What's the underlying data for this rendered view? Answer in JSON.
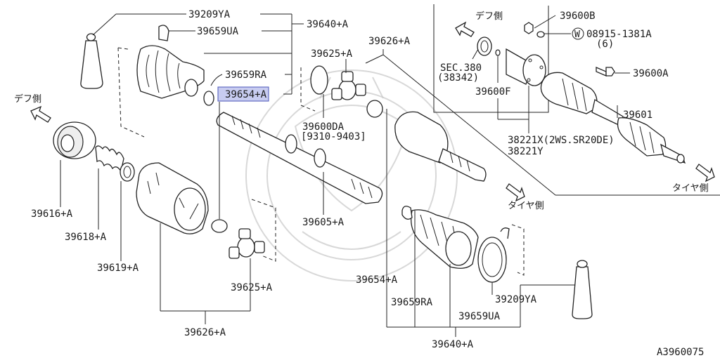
{
  "diagram_id": "A3960075",
  "highlight_color": "#c8ccf0",
  "direction_labels": {
    "diff_side_top": "デフ側",
    "diff_side_left": "デフ側",
    "tire_side_mid": "タイヤ側",
    "tire_side_right": "タイヤ側"
  },
  "labels": {
    "p39209YA_top": "39209YA",
    "p39659UA_top": "39659UA",
    "p39640A_top": "39640+A",
    "p39659RA_top": "39659RA",
    "p39654A_top_code": "39654",
    "p39654A_top_suffix": "+A",
    "p39625A_top": "39625+A",
    "p39626A_top": "39626+A",
    "p39600DA": "39600DA",
    "p39600DA_range": "[9310-9403]",
    "p39616A": "39616+A",
    "p39618A": "39618+A",
    "p39619A": "39619+A",
    "p39605A": "39605+A",
    "p39625A_bot": "39625+A",
    "p39626A_bot": "39626+A",
    "p39654A_bot": "39654+A",
    "p39659RA_bot": "39659RA",
    "p39659UA_bot": "39659UA",
    "p39209YA_bot": "39209YA",
    "p39640A_bot": "39640+A",
    "p39600B": "39600B",
    "w_symbol": "W",
    "p08915": "08915-1381A",
    "p08915_qty": "(6)",
    "sec380": "SEC.380",
    "sec380_sub": "(38342)",
    "p39600F": "39600F",
    "p39600A": "39600A",
    "p39601": "39601",
    "p38221X": "38221X(2WS.SR20DE)",
    "p38221Y": "38221Y"
  }
}
